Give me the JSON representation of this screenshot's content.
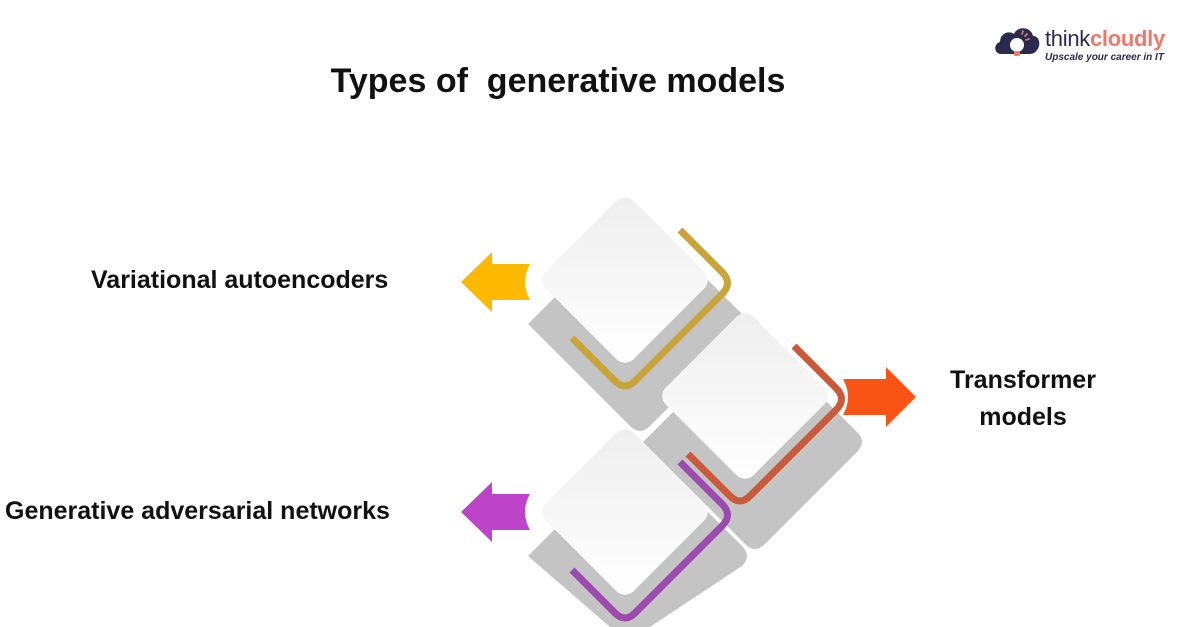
{
  "title": "Types of  generative models",
  "logo": {
    "name_part1": "think",
    "name_part2": "cloudly",
    "tagline": "Upscale your career in IT",
    "icon": "cloud-lightbulb-icon",
    "colors": {
      "dark": "#2b2a4c",
      "accent": "#f0786a"
    }
  },
  "items": [
    {
      "label": "Variational autoencoders",
      "direction": "left",
      "color": "#fdb900",
      "border_color": "#c9a43a"
    },
    {
      "label": "Transformer models",
      "direction": "right",
      "color": "#fa5316",
      "border_color": "#c95a3a"
    },
    {
      "label": "Generative adversarial networks",
      "direction": "left",
      "color": "#bd43c8",
      "border_color": "#9c4aad"
    }
  ]
}
